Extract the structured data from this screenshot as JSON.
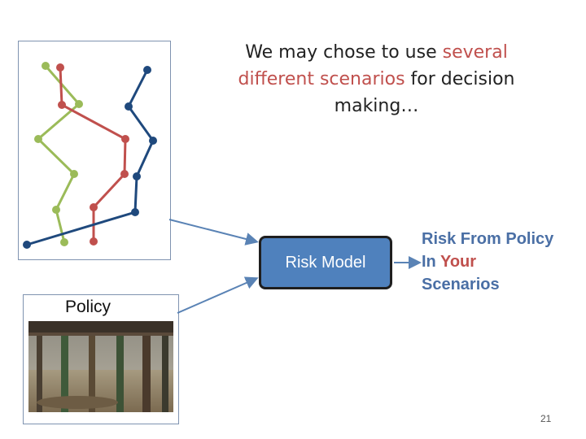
{
  "title": {
    "part1": "We may chose to use ",
    "highlight": "several different scenarios",
    "part2": " for decision making…"
  },
  "risk_model": {
    "label": "Risk Model"
  },
  "result": {
    "line1": "Risk From Policy",
    "line2_prefix": "In ",
    "line2_highlight": "Your",
    "line3": "Scenarios"
  },
  "policy": {
    "label": "Policy"
  },
  "page_number": "21",
  "colors": {
    "green": "#9bbb59",
    "red": "#c0504d",
    "blue": "#1f497d",
    "box": "#4f81bd",
    "arrow": "#5a83b5"
  }
}
